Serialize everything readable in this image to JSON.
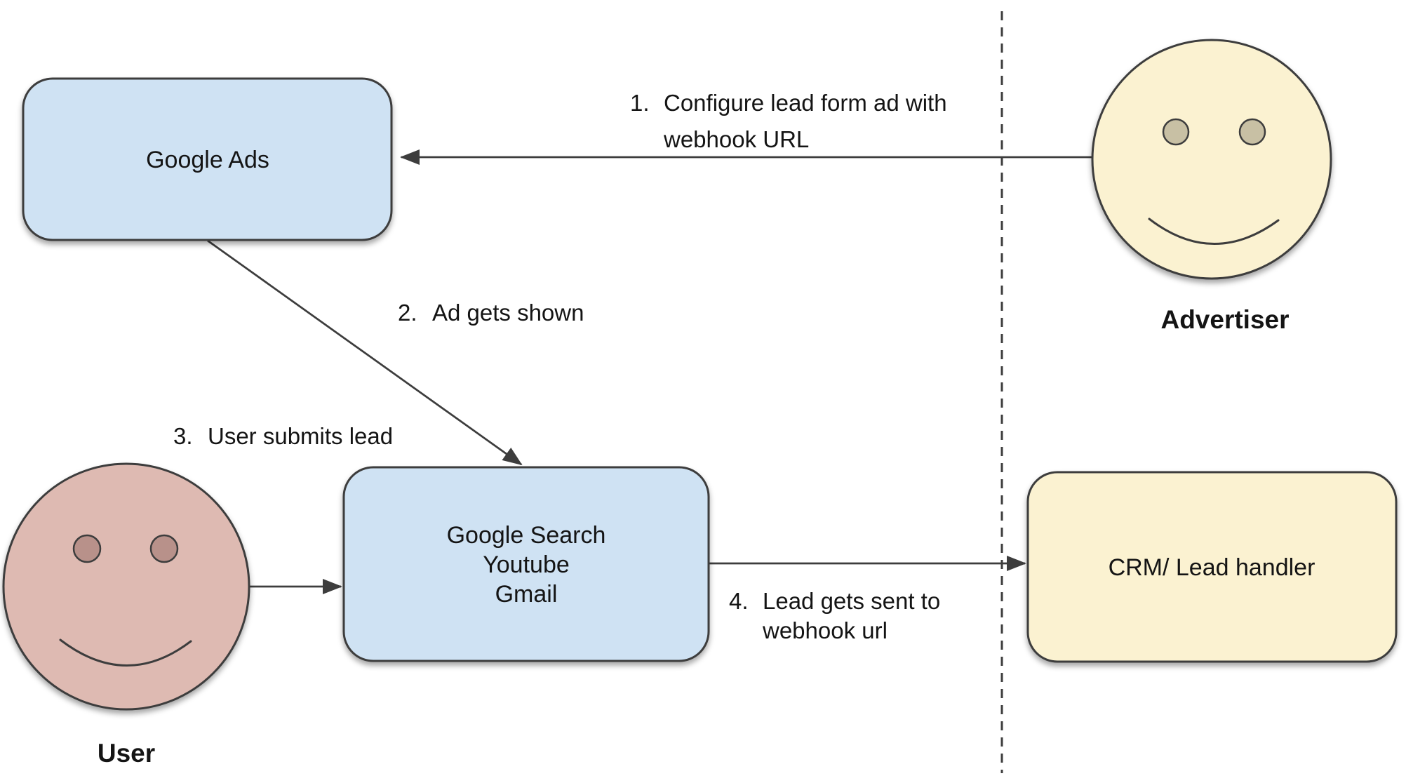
{
  "colors": {
    "node_blue": "#cfe2f3",
    "node_yellow": "#fbf2d1",
    "actor_yellow": "#fbf2d1",
    "actor_pink": "#debab2",
    "user_eye": "#b8918a",
    "advertiser_eye": "#c8c0a4",
    "stroke": "#3d3d3d",
    "text": "#141414"
  },
  "nodes": {
    "google_ads": {
      "label": "Google Ads"
    },
    "google_surfaces": {
      "line1": "Google Search",
      "line2": "Youtube",
      "line3": "Gmail"
    },
    "crm": {
      "label": "CRM/ Lead handler"
    }
  },
  "actors": {
    "advertiser": {
      "label": "Advertiser"
    },
    "user": {
      "label": "User"
    }
  },
  "steps": {
    "step1": {
      "num": "1.",
      "line1": "Configure lead form ad with",
      "line2": "webhook URL"
    },
    "step2": {
      "num": "2.",
      "line1": "Ad gets shown"
    },
    "step3": {
      "num": "3.",
      "line1": "User submits lead"
    },
    "step4": {
      "num": "4.",
      "line1": "Lead gets sent to",
      "line2": "webhook url"
    }
  }
}
